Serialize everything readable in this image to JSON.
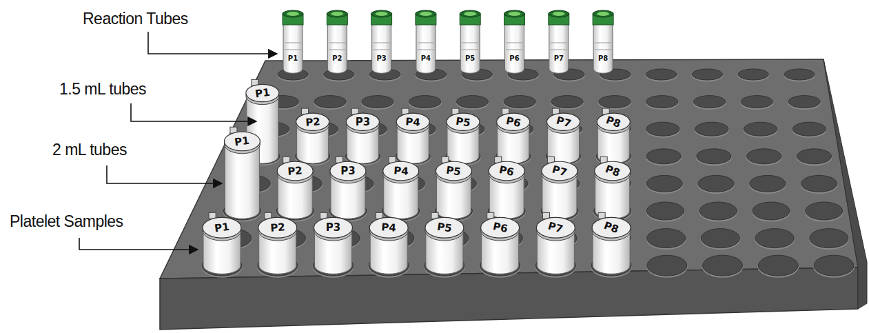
{
  "diagram": {
    "labels": [
      "Reaction Tubes",
      "1.5 mL tubes",
      "2 mL tubes",
      "Platelet Samples",
      "P1",
      "P2",
      "P3",
      "P4",
      "P5",
      "P6",
      "P7",
      "P8",
      "P1",
      "P2",
      "P3",
      "P4",
      "P5",
      "P6",
      "P7",
      "P8",
      "P1",
      "P2",
      "P3",
      "P4",
      "P5",
      "P6",
      "P7",
      "P8",
      "P1",
      "P2",
      "P3",
      "P4",
      "P5",
      "P6",
      "P7",
      "P8"
    ]
  }
}
